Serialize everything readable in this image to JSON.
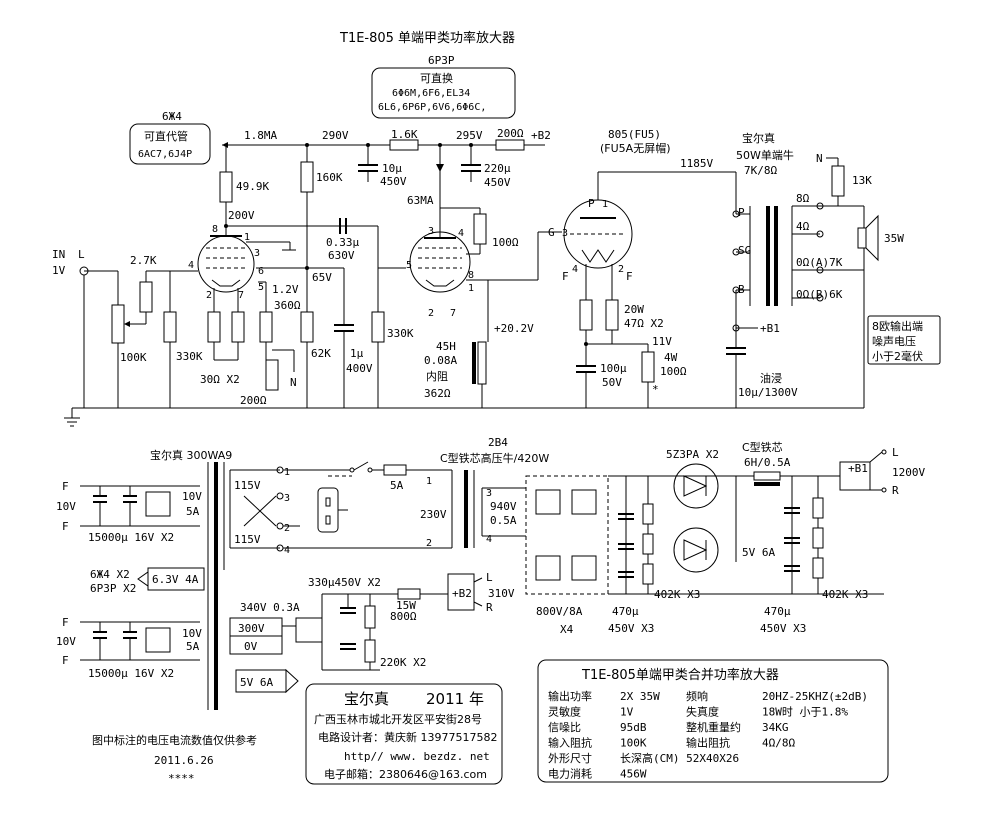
{
  "title": "T1E-805 单端甲类功率放大器",
  "tube_notes": {
    "v1_name": "6Ж4",
    "v1_sub_title": "可直代管",
    "v1_sub_list": "6AC7,6J4P",
    "v2_name": "6P3P",
    "v2_sub_title": "可直换",
    "v2_sub_line1": "6Φ6M,6F6,EL34",
    "v2_sub_line2": "6L6,6P6P,6V6,6Φ6C,",
    "v3_name": "805(FU5)",
    "v3_note": "(FU5A无屏帽)"
  },
  "amp": {
    "input_label": "IN",
    "input_level": "1V",
    "input_L": "L",
    "vol_pot": "100K",
    "r_2k7": "2.7K",
    "r_330k_a": "330K",
    "r_49k9": "49.9K",
    "i_1m8": "1.8MA",
    "v_290": "290V",
    "v_200": "200V",
    "r_1k6": "1.6K",
    "v_295": "295V",
    "r_200": "200Ω",
    "b2": "+B2",
    "r_160k": "160K",
    "c_10u_a": "10μ",
    "c_10u_b": "450V",
    "c_220u_a": "220μ",
    "c_220u_b": "450V",
    "i_63": "63MA",
    "c_033_a": "0.33μ",
    "c_033_b": "630V",
    "r_100": "100Ω",
    "v_1v2": "1.2V",
    "r_360": "360Ω",
    "v_65": "65V",
    "r_62k": "62K",
    "c_1u_a": "1μ",
    "c_1u_b": "400V",
    "r_330k_b": "330K",
    "r_30": "30Ω X2",
    "r_200b": "200Ω",
    "n1": "N",
    "v_20v2": "+20.2V",
    "choke_a": "45H",
    "choke_b": "0.08A",
    "choke_c": "内阻",
    "choke_d": "362Ω",
    "g_label": "G",
    "p_label": "P",
    "f_label": "F",
    "r_20w_a": "20W",
    "r_20w_b": "47Ω X2",
    "v_11": "11V",
    "c_100u_a": "100μ",
    "c_100u_b": "50V",
    "r_4w_a": "4W",
    "r_4w_b": "100Ω",
    "star": "*",
    "v_1185": "1185V",
    "ot_a": "宝尔真",
    "ot_b": "50W单端牛",
    "ot_c": "7K/8Ω",
    "ot_P": "P",
    "ot_SG": "SG",
    "ot_B": "B",
    "ot_8": "8Ω",
    "ot_4": "4Ω",
    "ot_0a": "0Ω(A)7K",
    "ot_0b": "0Ω(B)6K",
    "r_13k": "13K",
    "n2": "N",
    "w35": "35W",
    "b1": "+B1",
    "oil_a": "油浸",
    "oil_b": "10μ/1300V",
    "note8_a": "8欧输出端",
    "note8_b": "噪声电压",
    "note8_c": "小于2毫伏",
    "pin_labels": [
      "1",
      "2",
      "3",
      "4",
      "5",
      "6",
      "7",
      "8"
    ]
  },
  "psu": {
    "pt_label": "宝尔真 300WA9",
    "hv_label": "2B4",
    "hv_title": "C型铁芯高压牛/420W",
    "f": "F",
    "v10": "10V",
    "cap_15000": "15000μ 16V X2",
    "ac_10v_a": "10V",
    "ac_10v_b": "5A",
    "heater_a": "6Ж4 X2",
    "heater_b": "6P3P X2",
    "heater_c": "6.3V 4A",
    "v115_a": "115V",
    "v115_b": "115V",
    "fuse": "5A",
    "v230": "230V",
    "sec_a": "940V",
    "sec_b": "0.5A",
    "n3": "3",
    "n4": "4",
    "n1": "1",
    "n2": "2",
    "n1p": "1",
    "n2p": "2",
    "n3p": "3",
    "n4p": "4",
    "v340_a": "340V 0.3A",
    "v300": "300V",
    "v0": "0V",
    "cap_330": "330μ450V X2",
    "r_15w_a": "15W",
    "r_15w_b": "800Ω",
    "b2": "+B2",
    "b2_L": "L",
    "b2_R": "R",
    "v310": "310V",
    "r_220k": "220K X2",
    "v5_6": "5V 6A",
    "d_rate_a": "800V/8A",
    "d_rate_b": "X4",
    "c470_a": "470μ",
    "c470_b": "450V X3",
    "r402_a": "402K X3",
    "rect": "5Z3PA X2",
    "choke_a": "C型铁芯",
    "choke_b": "6H/0.5A",
    "v5_6b": "5V 6A",
    "c470_c": "470μ",
    "c470_d": "450V X3",
    "r402_b": "402K X3",
    "b1": "+B1",
    "b1_L": "L",
    "b1_R": "R",
    "v1200": "1200V"
  },
  "maker": {
    "name": "宝尔真",
    "year": "2011 年",
    "addr": "广西玉林市城北开发区平安街28号",
    "designer": "电路设计者：黄庆新 13977517582",
    "url": "http// www. bezdz. net",
    "email": "电子邮箱：2380646@163.com"
  },
  "specs": {
    "title": "T1E-805单端甲类合并功率放大器",
    "rows": [
      [
        "输出功率",
        "2X 35W",
        "频响",
        "20HZ-25KHZ(±2dB)"
      ],
      [
        "灵敏度",
        "1V",
        "失真度",
        "18W时 小于1.8%"
      ],
      [
        "信噪比",
        "95dB",
        "整机重量约",
        "34KG"
      ],
      [
        "输入阻抗",
        "100K",
        "输出阻抗",
        "4Ω/8Ω"
      ],
      [
        "外形尺寸",
        "长深高(CM) 52X40X26",
        "",
        ""
      ],
      [
        "电力消耗",
        "456W",
        "",
        ""
      ]
    ]
  },
  "footer": {
    "note": "图中标注的电压电流数值仅供参考",
    "date": "2011.6.26",
    "stars": "****"
  }
}
